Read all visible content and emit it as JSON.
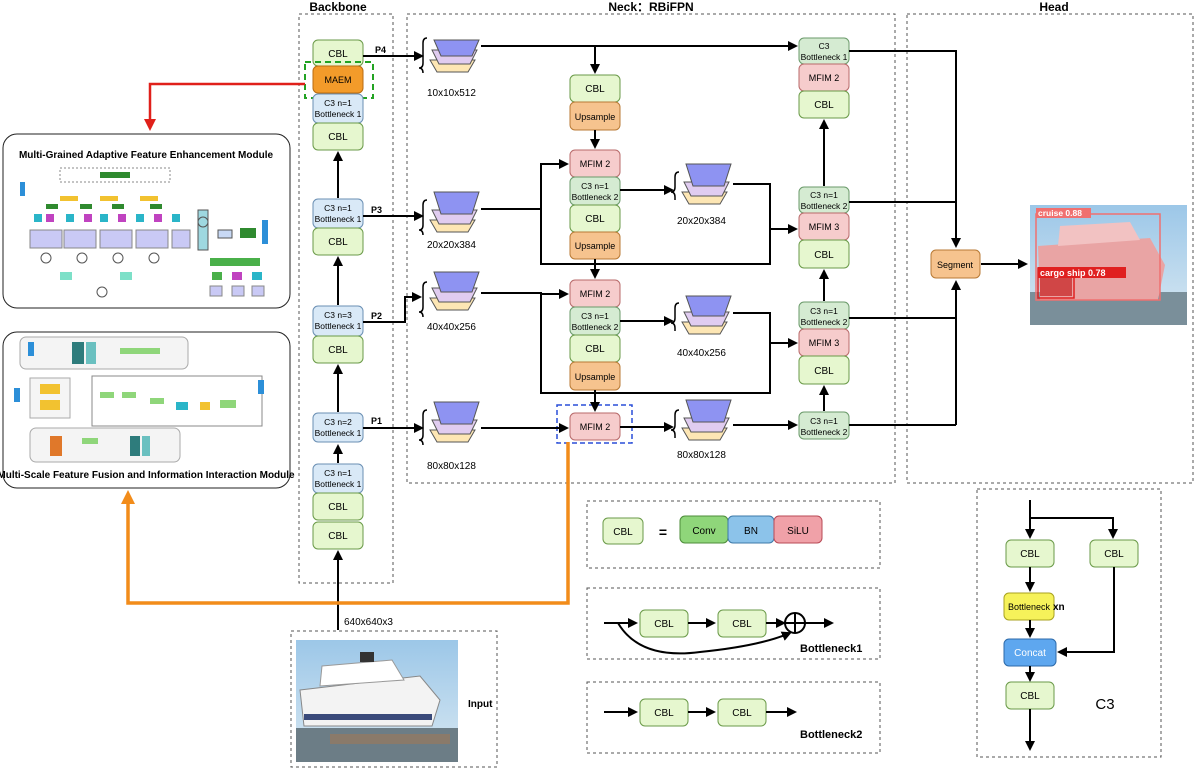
{
  "titles": {
    "backbone": "Backbone",
    "neck": "Neck：RBiFPN",
    "head": "Head"
  },
  "backbone": {
    "cbl": "CBL",
    "maem": "MAEM",
    "c3_n1": "C3 n=1",
    "c3_n3": "C3 n=3",
    "c3_n2": "C3 n=2",
    "bottleneck1": "Bottleneck 1",
    "p4": "P4",
    "p3": "P3",
    "p2": "P2",
    "p1": "P1"
  },
  "features": {
    "f10": "10x10x512",
    "f20": "20x20x384",
    "f40": "40x40x256",
    "f80": "80x80x128"
  },
  "neck": {
    "upsample": "Upsample",
    "mfim2": "MFIM 2",
    "mfim3": "MFIM 3",
    "c3": "C3",
    "bottleneck2": "Bottleneck 2"
  },
  "head": {
    "segment": "Segment",
    "det_cruise": "cruise 0.88",
    "det_cargo": "cargo ship 0.78"
  },
  "input": {
    "size": "640x640x3",
    "label": "Input"
  },
  "left_modules": {
    "maem_title": "Multi-Grained Adaptive Feature Enhancement Module",
    "mfim_title": "Multi-Scale Feature Fusion and Information Interaction Module"
  },
  "legend": {
    "eq": "=",
    "conv": "Conv",
    "bn": "BN",
    "silu": "SiLU",
    "bottleneck1": "Bottleneck1",
    "bottleneck2": "Bottleneck2",
    "bottleneck": "Bottleneck",
    "xn": "xn",
    "concat": "Concat",
    "c3": "C3"
  },
  "colors": {
    "cbl": "#e6f7cf",
    "c3": "#d9e9f7",
    "c3neck": "#d5ebd2",
    "mfim": "#f6cccc",
    "upsample": "#f6c38e",
    "maem": "#f39b2a",
    "conv": "#8fd67a",
    "bn": "#8cc3ea",
    "silu": "#f0a1a8",
    "bottleneck": "#f6f25a",
    "concat": "#5ea7ef",
    "orange_arrow": "#f28c1a",
    "red_arrow": "#e0201a",
    "green_dash": "#23a323",
    "blue_dash": "#2a4fd8"
  }
}
